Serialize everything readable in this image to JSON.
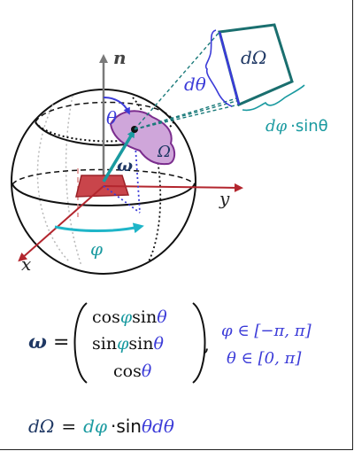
{
  "labels": {
    "normal": "n",
    "direction": "ω",
    "axis_x": "x",
    "axis_y": "y",
    "theta": "θ",
    "phi": "φ",
    "solid_angle": "Ω",
    "patch_solid_angle": "dΩ",
    "patch_dtheta": "dθ",
    "patch_dphi": "dφ",
    "patch_sin": "·sinθ"
  },
  "equation_omega": {
    "lhs": "ω",
    "eq": "=",
    "row1_cos": "cos",
    "row1_phi": "φ",
    "row1_sin": "sin",
    "row1_theta": "θ",
    "row2_sin": "sin",
    "row2_phi": "φ",
    "row2_sin2": "sin",
    "row2_theta": "θ",
    "row3_cos": "cos",
    "row3_theta": "θ",
    "comma": ",",
    "range_phi": "φ ∈ [−π, π]",
    "range_theta": "θ ∈ [0, π]"
  },
  "equation_dOmega": {
    "lhs": "dΩ",
    "eq": "=",
    "dphi": "dφ",
    "sin": "·sin",
    "theta": "θ",
    "dtheta": "dθ"
  },
  "colors": {
    "blue": "#3b3bd8",
    "teal": "#1a7a7a",
    "cyan": "#1fb5c8",
    "red": "#b3262e",
    "purple": "#7b2d8e",
    "navy": "#1f3864",
    "gray": "#7a7a7a"
  }
}
